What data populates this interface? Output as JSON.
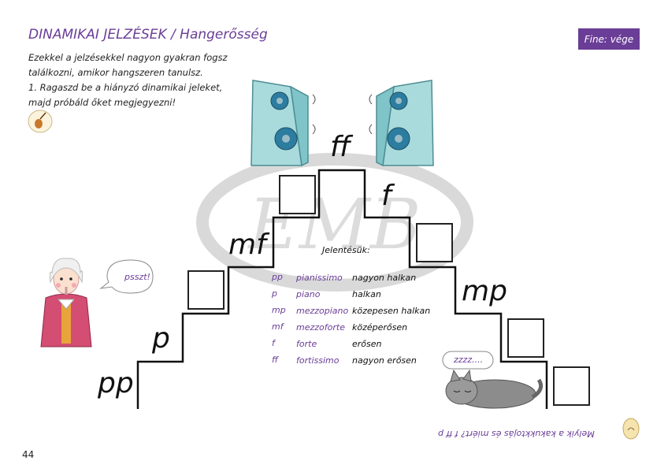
{
  "header": {
    "title": "DINAMIKAI JELZÉSEK / Hangerősség",
    "badge": "Fine: vége"
  },
  "intro": {
    "line1": "Ezekkel a jelzésekkel nagyon gyakran fogsz",
    "line2": "találkozni, amikor hangszeren tanulsz.",
    "line3": "1. Ragaszd be a hiányzó dinamikai jeleket,",
    "line4": "majd próbáld őket megjegyezni!"
  },
  "levels": {
    "pp": "pp",
    "p": "p",
    "mf": "mf",
    "ff": "ff",
    "f": "f",
    "mp": "mp"
  },
  "meanings": {
    "heading": "Jelentésük:",
    "rows": [
      {
        "sign": "pp",
        "name": "pianissimo",
        "meaning": "nagyon halkan"
      },
      {
        "sign": "p",
        "name": "piano",
        "meaning": "halkan"
      },
      {
        "sign": "mp",
        "name": "mezzopiano",
        "meaning": "közepesen halkan"
      },
      {
        "sign": "mf",
        "name": "mezzoforte",
        "meaning": "középerősen"
      },
      {
        "sign": "f",
        "name": "forte",
        "meaning": "erősen"
      },
      {
        "sign": "ff",
        "name": "fortissimo",
        "meaning": "nagyon erősen"
      }
    ]
  },
  "bubbles": {
    "mozart": "psszt!",
    "cat": "zzzz...."
  },
  "watermark": "EMB",
  "footer": {
    "page_number": "44",
    "question": "Melyik a kakukktojás és miért?   f    ff    p"
  },
  "colors": {
    "accent": "#6a3d97",
    "speaker": "#9fd6d8",
    "watermark": "#d9d9d9"
  }
}
